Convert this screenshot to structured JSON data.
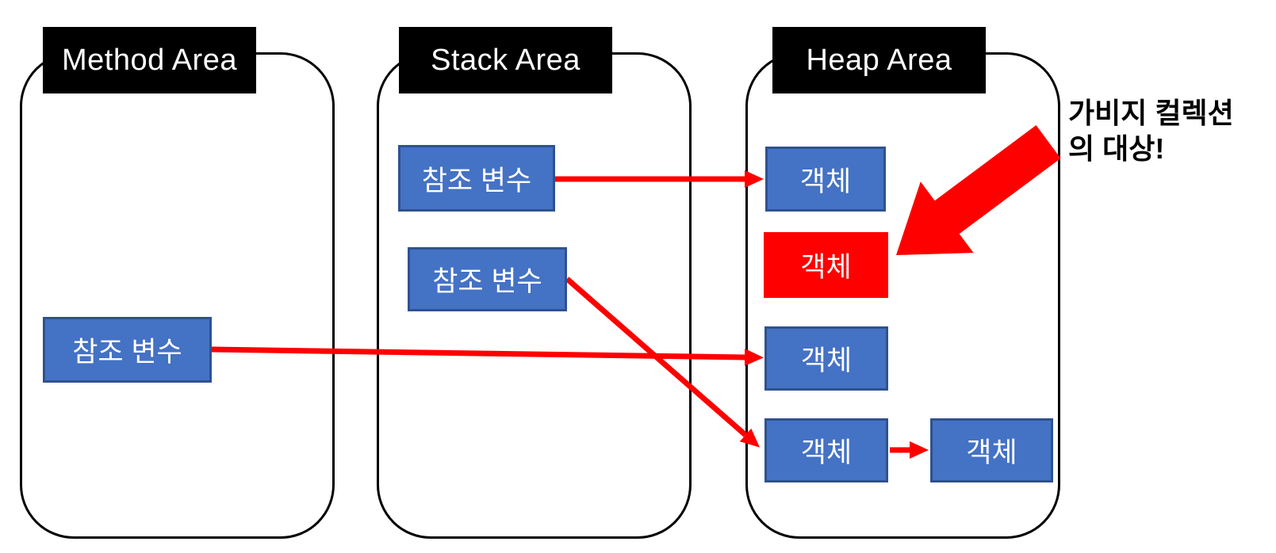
{
  "areas": [
    {
      "label": "Method Area"
    },
    {
      "label": "Stack Area"
    },
    {
      "label": "Heap Area"
    }
  ],
  "nodes": {
    "method_ref_var": "참조 변수",
    "stack_ref_var_1": "참조 변수",
    "stack_ref_var_2": "참조 변수",
    "heap_obj_1": "객체",
    "heap_obj_2_garbage": "객체",
    "heap_obj_3": "객체",
    "heap_obj_4": "객체",
    "heap_obj_5": "객체"
  },
  "annotation": {
    "line1": "가비지 컬렉션",
    "line2": "의 대상!"
  },
  "colors": {
    "canvas-bg": "#FFFFFF",
    "container-border": "#000000",
    "header-bg": "#000000",
    "header-text": "#FFFFFF",
    "node-blue": "#4472C4",
    "node-blue-border": "#2F528F",
    "node-text": "#FFFFFF",
    "arrow-red": "#FF0000",
    "annotation-text": "#000000"
  }
}
